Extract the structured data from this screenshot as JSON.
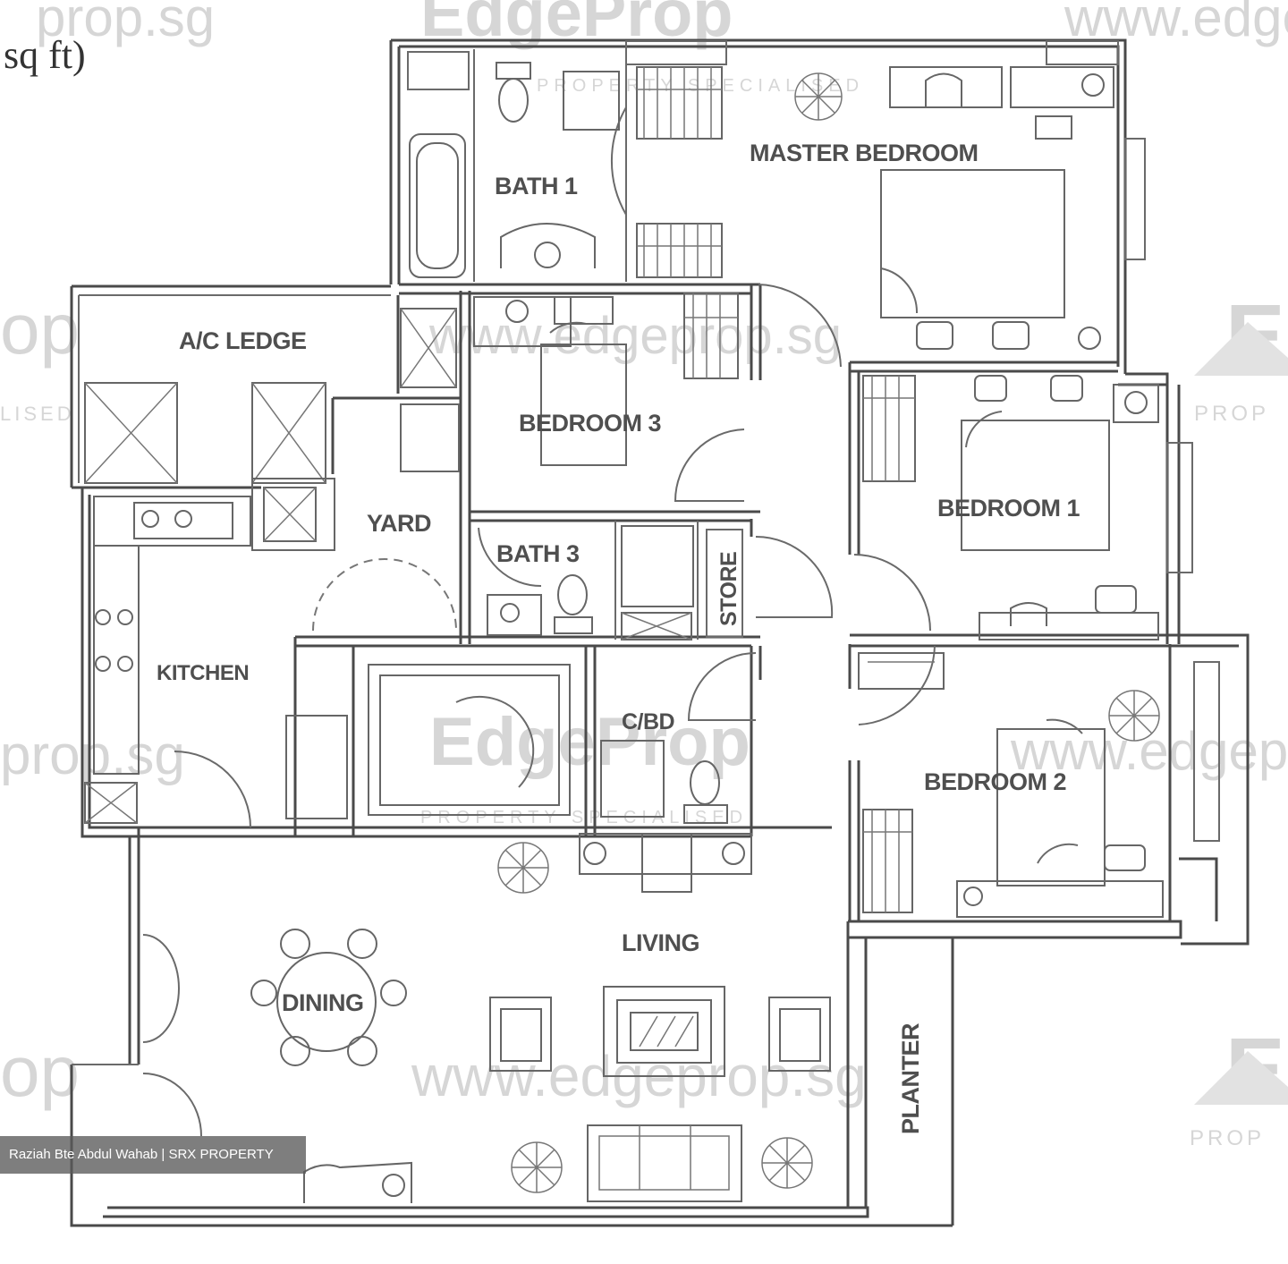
{
  "header_fragment": "sq ft)",
  "watermark": {
    "brand": "EdgeProp",
    "site": "www.edgeprop.sg",
    "tagline": "PROPERTY SPECIALISED",
    "short": "prop.sg",
    "fragment_op": "op",
    "fragment_lised": "LISED",
    "fragment_prop": "PROP",
    "fragment_e": "E"
  },
  "rooms": {
    "master_bedroom": "MASTER BEDROOM",
    "bath1": "BATH 1",
    "ac_ledge": "A/C LEDGE",
    "bedroom3": "BEDROOM 3",
    "bedroom1": "BEDROOM 1",
    "yard": "YARD",
    "bath3": "BATH 3",
    "store": "STORE",
    "kitchen": "KITCHEN",
    "wc": "C/BD",
    "bedroom2": "BEDROOM 2",
    "living": "LIVING",
    "dining": "DINING",
    "planter": "PLANTER"
  },
  "credit": "Raziah Bte Abdul Wahab | SRX PROPERTY",
  "colors": {
    "line": "#4a4a4a",
    "watermark": "#d6d6d6",
    "credit_bg": "#5a5a5a"
  }
}
